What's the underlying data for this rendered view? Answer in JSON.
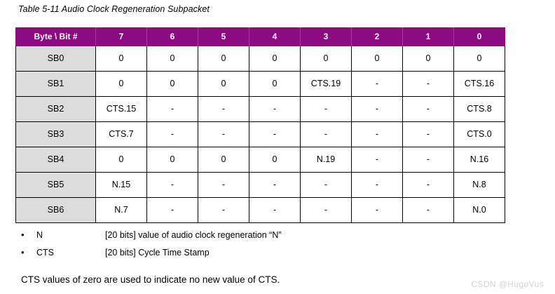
{
  "caption": "Table 5-11 Audio Clock Regeneration Subpacket",
  "colors": {
    "header_purple": "#8C0A82",
    "row_label_gray": "#DCDCDC",
    "border": "#000000",
    "watermark": "#D2D2D2"
  },
  "table": {
    "headers": [
      "Byte \\ Bit #",
      "7",
      "6",
      "5",
      "4",
      "3",
      "2",
      "1",
      "0"
    ],
    "rows": [
      {
        "byte": "SB0",
        "bits": [
          "0",
          "0",
          "0",
          "0",
          "0",
          "0",
          "0",
          "0"
        ]
      },
      {
        "byte": "SB1",
        "bits": [
          "0",
          "0",
          "0",
          "0",
          "CTS.19",
          "-",
          "-",
          "CTS.16"
        ]
      },
      {
        "byte": "SB2",
        "bits": [
          "CTS.15",
          "-",
          "-",
          "-",
          "-",
          "-",
          "-",
          "CTS.8"
        ]
      },
      {
        "byte": "SB3",
        "bits": [
          "CTS.7",
          "-",
          "-",
          "-",
          "-",
          "-",
          "-",
          "CTS.0"
        ]
      },
      {
        "byte": "SB4",
        "bits": [
          "0",
          "0",
          "0",
          "0",
          "N.19",
          "-",
          "-",
          "N.16"
        ]
      },
      {
        "byte": "SB5",
        "bits": [
          "N.15",
          "-",
          "-",
          "-",
          "-",
          "-",
          "-",
          "N.8"
        ]
      },
      {
        "byte": "SB6",
        "bits": [
          "N.7",
          "-",
          "-",
          "-",
          "-",
          "-",
          "-",
          "N.0"
        ]
      }
    ]
  },
  "definitions": [
    {
      "bullet": "•",
      "term": "N",
      "description": "[20 bits] value of audio clock regeneration “N”"
    },
    {
      "bullet": "•",
      "term": "CTS",
      "description": "[20 bits] Cycle Time Stamp"
    }
  ],
  "footer_note": "CTS values of zero are used to indicate no new value of CTS.",
  "watermark": "CSDN @HugoVus"
}
